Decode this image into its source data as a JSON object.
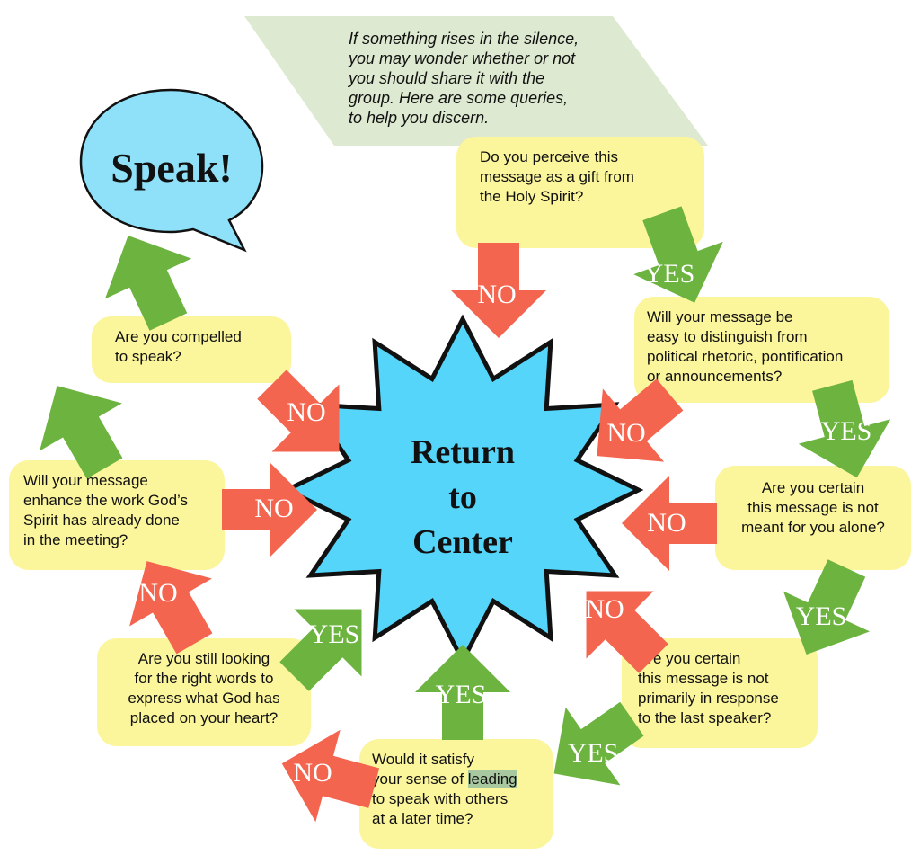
{
  "intro": "If something rises in the silence,\nyou may wonder whether or not\nyou should share it with the\ngroup. Here are some queries,\nto help you discern.",
  "speak": "Speak!",
  "center": "Return\nto\nCenter",
  "questions": {
    "q1": "Do you perceive this\nmessage as a gift from\nthe Holy Spirit?",
    "q2": "Will your message be\neasy  to distinguish from\npolitical rhetoric, pontification\nor announcements?",
    "q3": "Are you certain\nthis message is not\nmeant for you alone?",
    "q4": "Are you certain\nthis message is not\nprimarily in response\nto the last speaker?",
    "q5_a": "Would it satisfy\nyour sense of ",
    "q5_hl": "leading",
    "q5_b": "\nto speak with others\nat a later time?",
    "q6": "Are you still looking\nfor the right words to\nexpress what God has\nplaced on your heart?",
    "q7": "Will your message\nenhance the work God’s\nSpirit has already done\nin the meeting?",
    "q8": "Are you compelled\nto speak?"
  },
  "labels": {
    "yes": "YES",
    "no": "NO"
  },
  "colors": {
    "yes": "#6cb43f",
    "no": "#f4654f",
    "question": "#fbf59b",
    "star": "#55d5f9",
    "bubble": "#8fe1f9",
    "banner": "#dde9d0"
  }
}
